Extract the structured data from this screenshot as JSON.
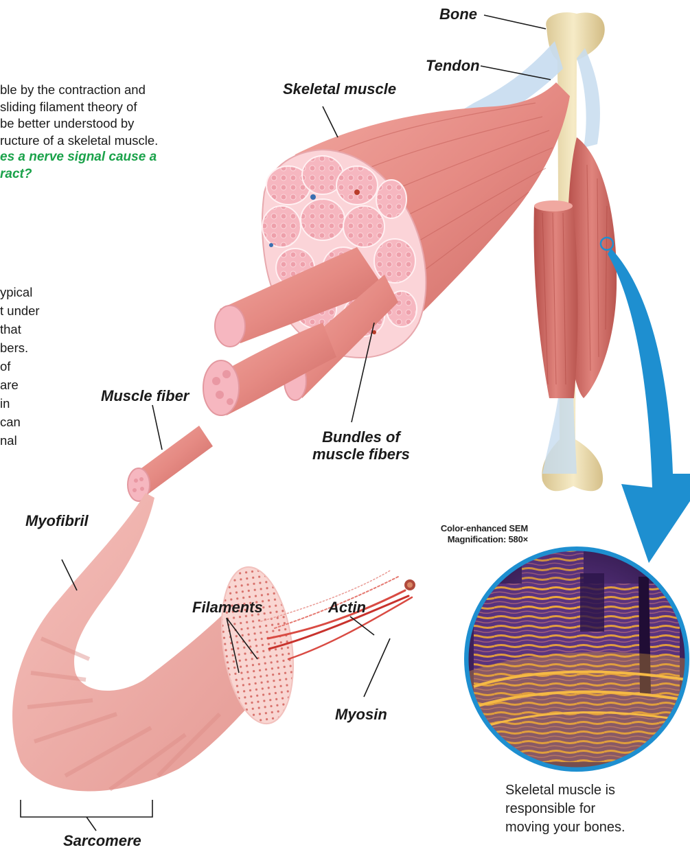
{
  "intro": {
    "lines": [
      "ble by the contraction and",
      " sliding filament theory of",
      " be better understood by",
      "ructure of a skeletal muscle."
    ],
    "question_lines": [
      "es a nerve signal cause a",
      "ract?"
    ]
  },
  "side_text": {
    "lines": [
      "ypical",
      "t under",
      " that",
      "bers.",
      "of",
      "are",
      "in",
      "can",
      "nal"
    ]
  },
  "labels": {
    "bone": "Bone",
    "tendon": "Tendon",
    "skeletal_muscle": "Skeletal muscle",
    "muscle_fiber": "Muscle fiber",
    "bundles_line1": "Bundles of",
    "bundles_line2": "muscle fibers",
    "myofibril": "Myofibril",
    "filaments": "Filaments",
    "actin": "Actin",
    "myosin": "Myosin",
    "sarcomere": "Sarcomere"
  },
  "micrograph": {
    "line1": "Color-enhanced  SEM",
    "line2": "Magnification: 580×"
  },
  "caption": {
    "lines": [
      "Skeletal muscle is",
      "responsible for",
      "moving your bones."
    ]
  },
  "colors": {
    "muscle": "#e8908a",
    "muscle_dark": "#c96560",
    "bone": "#efe0b5",
    "tendon": "#c7dcef",
    "arrow": "#1e8fd0",
    "green_text": "#1aa24a"
  }
}
